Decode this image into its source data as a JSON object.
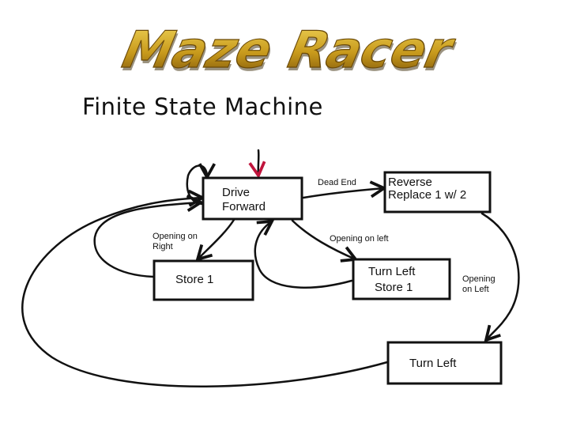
{
  "logo": {
    "text": "Maze Racer"
  },
  "subtitle": "Finite State Machine",
  "colors": {
    "logo_fill": "#c89a1c",
    "logo_dark": "#6b4a08",
    "start_arrow": "#c0143c",
    "stroke": "#111111"
  },
  "states": {
    "drive_forward": [
      "Drive",
      "Forward"
    ],
    "reverse": [
      "Reverse",
      "Replace 1 w/ 2"
    ],
    "store1": [
      "Store 1"
    ],
    "turn_left_store": [
      "Turn Left",
      "Store 1"
    ],
    "turn_left": [
      "Turn Left"
    ]
  },
  "edges": {
    "dead_end": [
      "Dead End"
    ],
    "opening_right": [
      "Opening on",
      "Right"
    ],
    "opening_left": [
      "Opening on left"
    ],
    "opening_on_left": [
      "Opening",
      "on Left"
    ]
  }
}
